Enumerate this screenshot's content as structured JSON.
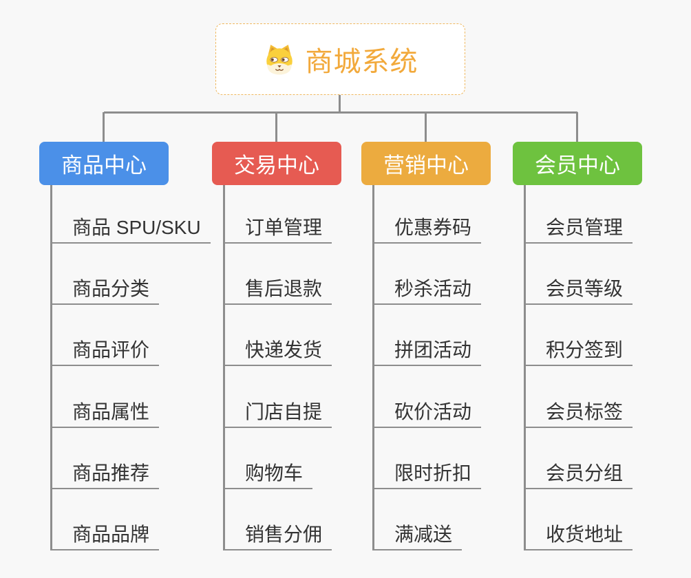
{
  "root": {
    "title": "商城系统",
    "icon": "dog-face-icon",
    "accent_color": "#f2a93b",
    "border_color": "#efb85f"
  },
  "connector_color": "#8d8d8d",
  "branches": [
    {
      "label": "商品中心",
      "color": "#4b90e8",
      "items": [
        "商品 SPU/SKU",
        "商品分类",
        "商品评价",
        "商品属性",
        "商品推荐",
        "商品品牌"
      ]
    },
    {
      "label": "交易中心",
      "color": "#e65b52",
      "items": [
        "订单管理",
        "售后退款",
        "快递发货",
        "门店自提",
        "购物车",
        "销售分佣"
      ]
    },
    {
      "label": "营销中心",
      "color": "#ecab3f",
      "items": [
        "优惠券码",
        "秒杀活动",
        "拼团活动",
        "砍价活动",
        "限时折扣",
        "满减送"
      ]
    },
    {
      "label": "会员中心",
      "color": "#6ec23f",
      "items": [
        "会员管理",
        "会员等级",
        "积分签到",
        "会员标签",
        "会员分组",
        "收货地址"
      ]
    }
  ]
}
